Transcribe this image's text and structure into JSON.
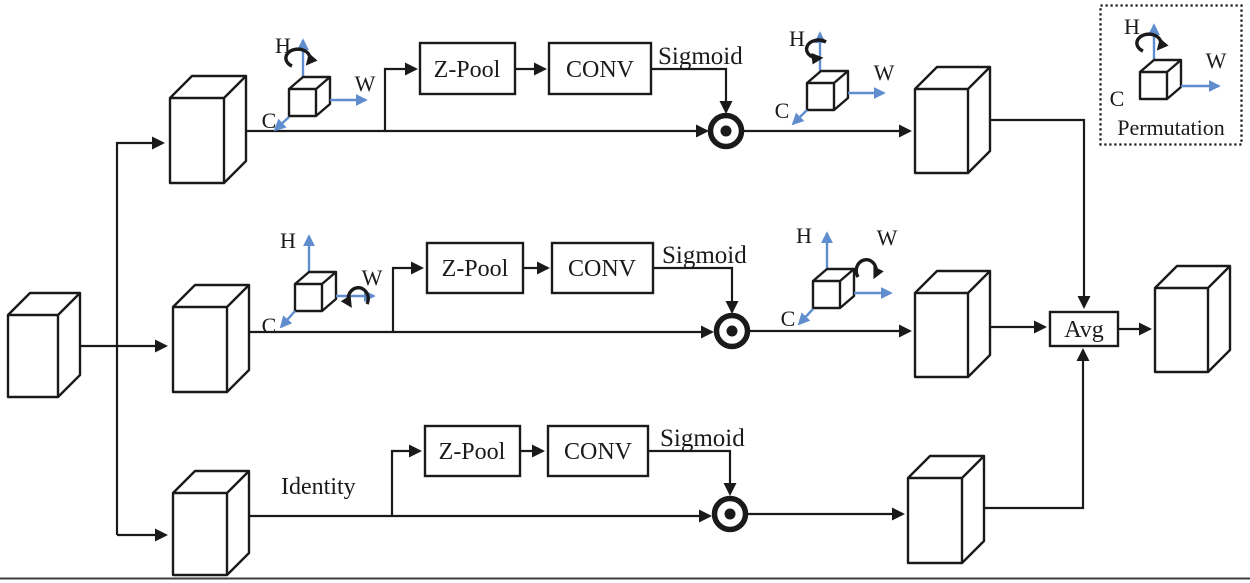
{
  "colors": {
    "stroke": "#1a1a1a",
    "axis_arrow": "#5f8dce",
    "background": "#ffffff",
    "bottom_rule": "#3d3d3d"
  },
  "axes": {
    "h": "H",
    "w": "W",
    "c": "C"
  },
  "legend": {
    "title": "Permutation"
  },
  "branches": {
    "top": {
      "zpool": "Z-Pool",
      "conv": "CONV",
      "activation": "Sigmoid"
    },
    "middle": {
      "zpool": "Z-Pool",
      "conv": "CONV",
      "activation": "Sigmoid"
    },
    "bottom": {
      "identity_label": "Identity",
      "zpool": "Z-Pool",
      "conv": "CONV",
      "activation": "Sigmoid"
    }
  },
  "merge": {
    "label": "Avg"
  },
  "icons": {
    "elementwise_product": "circled-dot-operator",
    "rotation_h_axis": "curved-arrow-about-h-axis",
    "rotation_w_axis": "curved-arrow-about-w-axis",
    "tensor": "cuboid-3d"
  }
}
